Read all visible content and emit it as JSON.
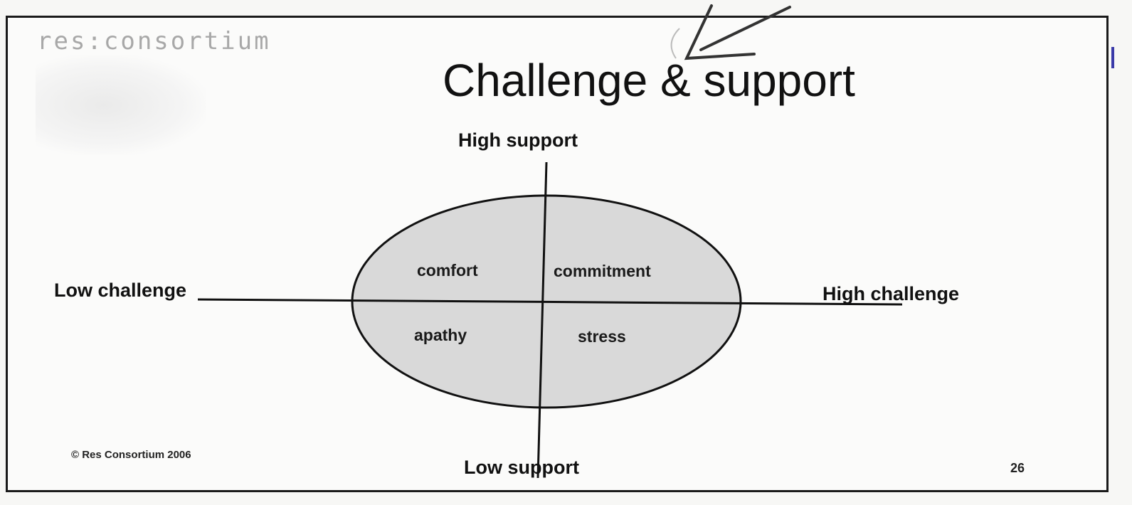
{
  "logo": {
    "text": "res:consortium"
  },
  "title": "Challenge & support",
  "axes": {
    "top": "High support",
    "bottom": "Low support",
    "left": "Low challenge",
    "right": "High challenge"
  },
  "quadrants": {
    "top_left": "comfort",
    "top_right": "commitment",
    "bottom_left": "apathy",
    "bottom_right": "stress"
  },
  "footer": {
    "copyright": "© Res Consortium 2006",
    "page_number": "26"
  },
  "colors": {
    "circle_fill": "#d9d9d9",
    "stroke": "#111111",
    "annotation_ink": "#3a3aa8"
  }
}
